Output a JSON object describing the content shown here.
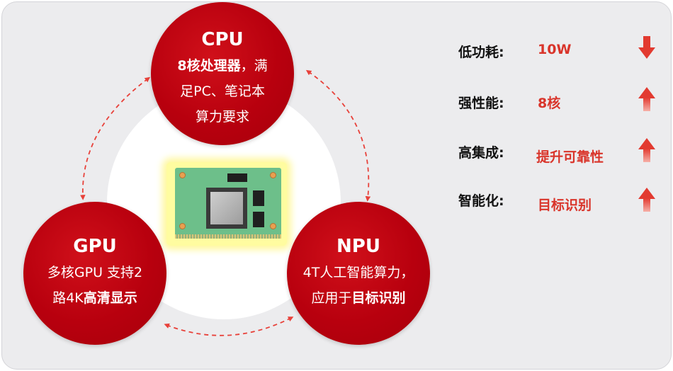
{
  "circles": {
    "cpu": {
      "title": "CPU",
      "line1_bold": "8核处理器",
      "line1_rest": "，满",
      "line2": "足PC、笔记本",
      "line3": "算力要求"
    },
    "gpu": {
      "title": "GPU",
      "line1": "多核GPU 支持2",
      "line2_prefix": "路4K",
      "line2_bold": "高清显示"
    },
    "npu": {
      "title": "NPU",
      "line1": "4T人工智能算力，",
      "line2_prefix": "应用于",
      "line2_bold": "目标识别"
    }
  },
  "specs": [
    {
      "label": "低功耗:",
      "value": "10W",
      "trend": "down"
    },
    {
      "label": "强性能:",
      "value": "8核",
      "trend": "up"
    },
    {
      "label": "高集成:",
      "value": "提升可靠性",
      "trend": "up"
    },
    {
      "label": "智能化:",
      "value": "目标识别",
      "trend": "up"
    }
  ],
  "colors": {
    "circle_red": "#b8000e",
    "accent_red": "#d9352b",
    "arrow_dash": "#e8413a",
    "panel_bg": "#ececee"
  },
  "icons": {
    "down": "arrow-down-icon",
    "up": "arrow-up-icon"
  }
}
